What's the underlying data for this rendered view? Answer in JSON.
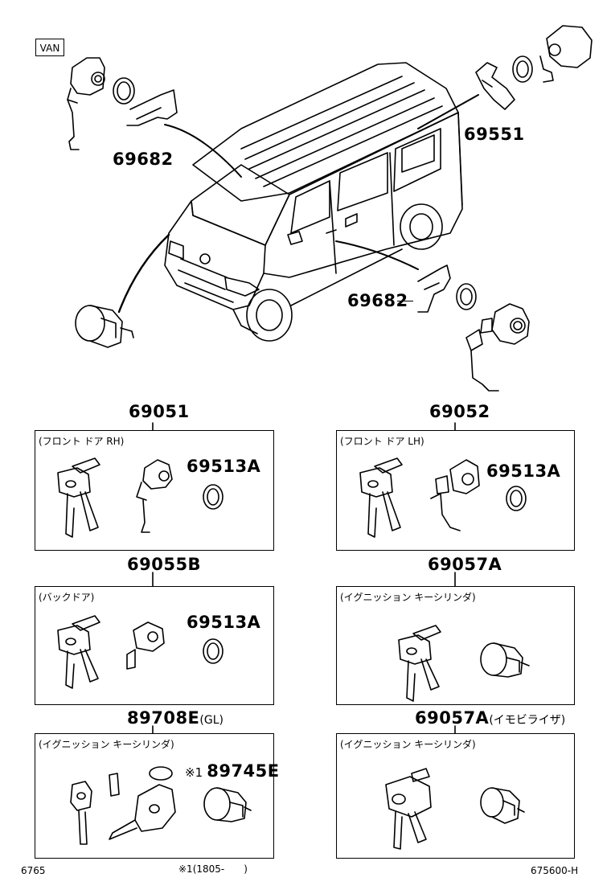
{
  "header": {
    "van_label": "VAN"
  },
  "top_diagram": {
    "part_69682_upper": "69682",
    "part_69551": "69551",
    "part_69682_lower": "69682"
  },
  "sets": [
    {
      "part_no": "69051",
      "caption": "(フロント ドア RH)",
      "ring_part": "69513A"
    },
    {
      "part_no": "69052",
      "caption": "(フロント ドア LH)",
      "ring_part": "69513A"
    },
    {
      "part_no": "69055B",
      "caption": "(バックドア)",
      "ring_part": "69513A"
    },
    {
      "part_no": "69057A",
      "caption": "(イグニッション キーシリンダ)"
    },
    {
      "part_no": "89708E",
      "part_suffix": "(GL)",
      "caption": "(イグニッション キーシリンダ)",
      "battery_note": "※1",
      "battery_part": "89745E"
    },
    {
      "part_no": "69057A",
      "part_suffix": "(イモビライザ)",
      "caption": "(イグニッション キーシリンダ)"
    }
  ],
  "footer": {
    "left_code": "6765",
    "note": "※1(1805-　　)",
    "right_code": "675600-H"
  }
}
